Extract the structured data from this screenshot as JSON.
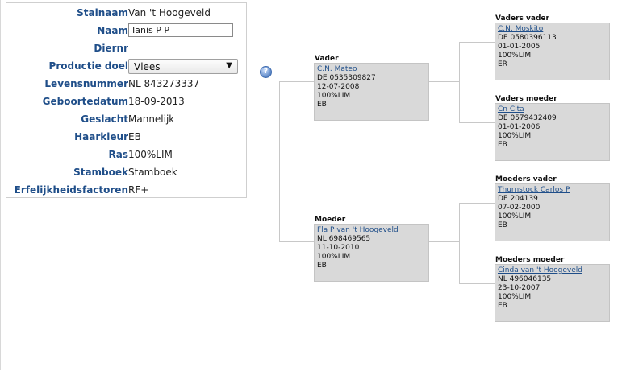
{
  "animal": {
    "rows": [
      {
        "label": "Stalnaam",
        "value": "Van 't Hoogeveld"
      },
      {
        "label": "Naam",
        "value": "Ianis P P"
      },
      {
        "label": "Diernr",
        "value": ""
      },
      {
        "label": "Productie doel",
        "value": "Vlees"
      },
      {
        "label": "Levensnummer",
        "value": "NL 843273337"
      },
      {
        "label": "Geboortedatum",
        "value": "18-09-2013"
      },
      {
        "label": "Geslacht",
        "value": "Mannelijk"
      },
      {
        "label": "Haarkleur",
        "value": "EB"
      },
      {
        "label": "Ras",
        "value": "100%LIM"
      },
      {
        "label": "Stamboek",
        "value": "Stamboek"
      },
      {
        "label": "Erfelijkheidsfactoren",
        "value": "RF+"
      }
    ],
    "productie_caret": "▼"
  },
  "help": {
    "glyph": "?"
  },
  "pedigree": {
    "vader": {
      "title": "Vader",
      "name": "C.N. Mateo",
      "nr": "DE 0535309827",
      "date": "12-07-2008",
      "ras": "100%LIM",
      "color": "EB",
      "extra": ""
    },
    "moeder": {
      "title": "Moeder",
      "name": "Fla P van 't Hoogeveld",
      "nr": "NL 698469565",
      "date": "11-10-2010",
      "ras": "100%LIM",
      "color": "EB",
      "extra": ""
    },
    "vaders_vader": {
      "title": "Vaders vader",
      "name": "C.N. Moskito",
      "nr": "DE 0580396113",
      "date": "01-01-2005",
      "ras": "100%LIM",
      "color": "ER",
      "extra": ""
    },
    "vaders_moeder": {
      "title": "Vaders moeder",
      "name": "Cn Cita",
      "nr": "DE 0579432409",
      "date": "01-01-2006",
      "ras": "100%LIM",
      "color": "EB",
      "extra": ""
    },
    "moeders_vader": {
      "title": "Moeders vader",
      "name": "Thurnstock Carlos P",
      "nr": "DE 204139",
      "date": "07-02-2000",
      "ras": "100%LIM",
      "color": "EB",
      "extra": ""
    },
    "moeders_moeder": {
      "title": "Moeders moeder",
      "name": "Cinda van 't Hoogeveld",
      "nr": "NL 496046135",
      "date": "23-10-2007",
      "ras": "100%LIM",
      "color": "EB",
      "extra": ""
    }
  }
}
